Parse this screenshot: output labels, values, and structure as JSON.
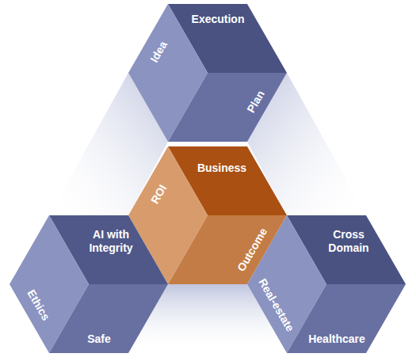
{
  "diagram": {
    "nodes": [
      {
        "text": [
          "Execution"
        ]
      },
      {
        "text": [
          "Idea"
        ]
      },
      {
        "text": [
          "Plan"
        ]
      },
      {
        "text": [
          "Business"
        ]
      },
      {
        "text": [
          "ROI"
        ]
      },
      {
        "text": [
          "Outcome"
        ]
      },
      {
        "text": [
          "AI with Integrity"
        ]
      },
      {
        "text": [
          "Cross Domain"
        ]
      },
      {
        "text": [
          "Ethics"
        ]
      },
      {
        "text": [
          "Real-estate"
        ]
      },
      {
        "text": [
          "Safe"
        ]
      },
      {
        "text": [
          "Healthcare"
        ]
      }
    ]
  }
}
